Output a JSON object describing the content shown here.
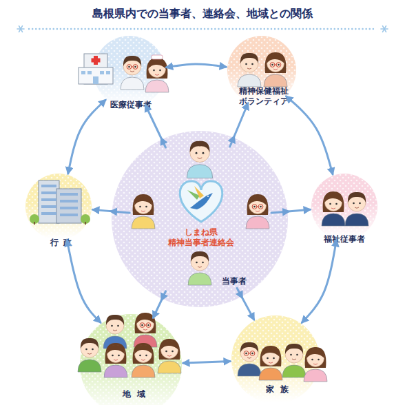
{
  "diagram": {
    "title": "島根県内での当事者、連絡会、地域との関係",
    "nodes": [
      {
        "text": [
          "医療従事者"
        ]
      },
      {
        "text": [
          "精神保健福祉 ボランティア"
        ]
      },
      {
        "text": [
          "しまね県 精神当事者連絡会",
          "当事者"
        ]
      },
      {
        "text": [
          "行政"
        ]
      },
      {
        "text": [
          "福祉従事者"
        ]
      },
      {
        "text": [
          "地域"
        ]
      },
      {
        "text": [
          "家族"
        ]
      }
    ],
    "edges": [
      {
        "from": 0,
        "to": 1,
        "arrow": "both"
      },
      {
        "from": 0,
        "to": 3,
        "arrow": "both"
      },
      {
        "from": 1,
        "to": 4,
        "arrow": "both"
      },
      {
        "from": 3,
        "to": 5,
        "arrow": "both"
      },
      {
        "from": 4,
        "to": 6,
        "arrow": "both"
      },
      {
        "from": 5,
        "to": 6,
        "arrow": "both"
      },
      {
        "from": 2,
        "to": 0,
        "arrow": "both"
      },
      {
        "from": 2,
        "to": 1,
        "arrow": "both"
      },
      {
        "from": 2,
        "to": 3,
        "arrow": "both"
      },
      {
        "from": 2,
        "to": 4,
        "arrow": "both"
      },
      {
        "from": 2,
        "to": 5,
        "arrow": "both"
      },
      {
        "from": 2,
        "to": 6,
        "arrow": "both"
      }
    ]
  }
}
